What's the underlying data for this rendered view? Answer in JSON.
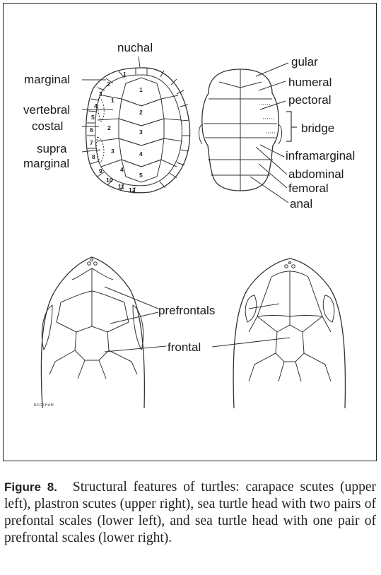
{
  "figure": {
    "label": "Figure 8.",
    "caption": "Structural features of turtles: carapace scutes (upper left), plastron scutes (upper right), sea turtle head with two pairs of prefontal scales (lower left), and sea turtle head with one pair of prefrontal scales (lower right)."
  },
  "carapace": {
    "labels": {
      "nuchal": "nuchal",
      "marginal": "marginal",
      "vertebral": "vertebral",
      "costal": "costal",
      "supra_line1": "supra",
      "supra_line2": "marginal"
    },
    "marginal_numbers": [
      "1",
      "2",
      "3",
      "4",
      "5",
      "6",
      "7",
      "8",
      "9",
      "10",
      "11",
      "12"
    ],
    "costal_numbers": [
      "1",
      "2",
      "3",
      "4"
    ],
    "vertebral_numbers": [
      "1",
      "2",
      "3",
      "4",
      "5"
    ]
  },
  "plastron": {
    "labels": {
      "gular": "gular",
      "humeral": "humeral",
      "pectoral": "pectoral",
      "bridge": "bridge",
      "inframarginal": "inframarginal",
      "abdominal": "abdominal",
      "femoral": "femoral",
      "anal": "anal"
    }
  },
  "heads": {
    "labels": {
      "prefrontals": "prefrontals",
      "frontal": "frontal"
    },
    "signature": "BECKHAM"
  }
}
